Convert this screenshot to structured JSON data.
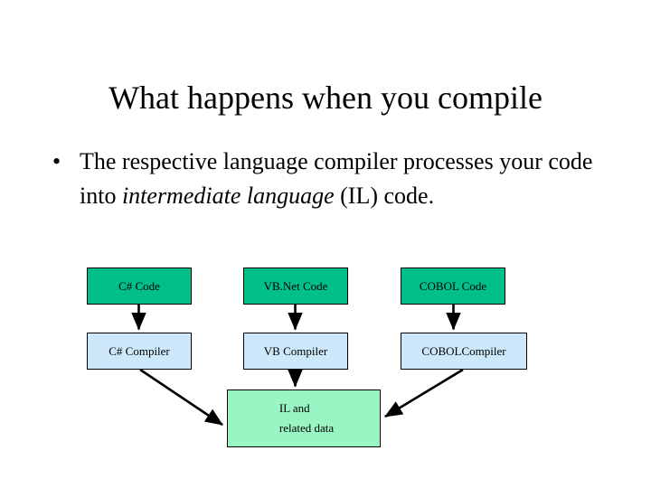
{
  "slide": {
    "title": "What happens when you compile",
    "bullets": [
      {
        "marker": "•",
        "part1": "The respective language compiler processes your code into ",
        "emphasis": "intermediate language",
        "part2": " (IL) code."
      }
    ]
  },
  "diagram": {
    "type": "flowchart",
    "colors": {
      "language_box": "#00BF8B",
      "compiler_box": "#CCE8FA",
      "il_box": "#99F5C4",
      "border": "#000000",
      "arrow": "#000000",
      "background": "#FFFFFF"
    },
    "nodes": [
      {
        "id": "csharp-code",
        "label": "C# Code",
        "row": "language"
      },
      {
        "id": "vbnet-code",
        "label": "VB.Net Code",
        "row": "language"
      },
      {
        "id": "cobol-code",
        "label": "COBOL Code",
        "row": "language"
      },
      {
        "id": "csharp-compiler",
        "label": "C# Compiler",
        "row": "compiler"
      },
      {
        "id": "vb-compiler",
        "label": "VB Compiler",
        "row": "compiler"
      },
      {
        "id": "cobol-compiler",
        "label": "COBOLCompiler",
        "row": "compiler"
      },
      {
        "id": "il-data",
        "label_line1": "IL and",
        "label_line2": "related data",
        "row": "output"
      }
    ],
    "edges": [
      {
        "from": "csharp-code",
        "to": "csharp-compiler",
        "style": "vertical"
      },
      {
        "from": "vbnet-code",
        "to": "vb-compiler",
        "style": "vertical"
      },
      {
        "from": "cobol-code",
        "to": "cobol-compiler",
        "style": "vertical"
      },
      {
        "from": "csharp-compiler",
        "to": "il-data",
        "style": "diagonal"
      },
      {
        "from": "vb-compiler",
        "to": "il-data",
        "style": "vertical"
      },
      {
        "from": "cobol-compiler",
        "to": "il-data",
        "style": "diagonal"
      }
    ]
  }
}
